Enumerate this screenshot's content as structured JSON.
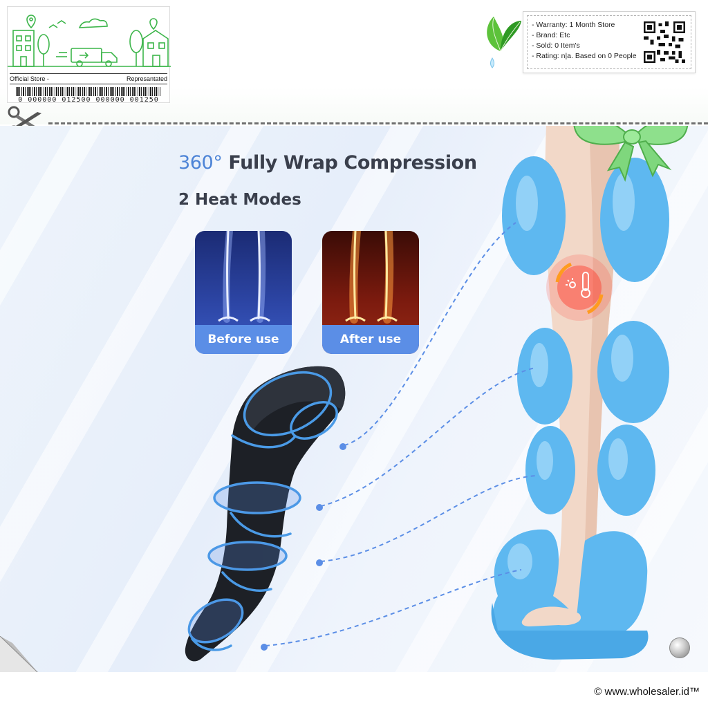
{
  "store_card": {
    "left_label": "Official Store -",
    "right_label": "Represantated",
    "barcode_number": "0 000000 012500 000000 001250"
  },
  "info_card": {
    "lines": [
      "- Warranty: 1 Month Store",
      "- Brand: Etc",
      "- Sold: 0 Item's",
      "- Rating: n|a. Based on 0 People"
    ]
  },
  "product": {
    "headline_degree": "360°",
    "headline_text": " Fully Wrap Compression",
    "subline": "2 Heat Modes",
    "before_label": "Before use",
    "after_label": "After use"
  },
  "footer": {
    "copyright": "© www.wholesaler.id™"
  },
  "colors": {
    "accent_blue": "#5b8ee6",
    "airbag_blue": "#5eb8f0",
    "sleeve_black": "#1d2026",
    "store_green": "#3cb54a"
  }
}
